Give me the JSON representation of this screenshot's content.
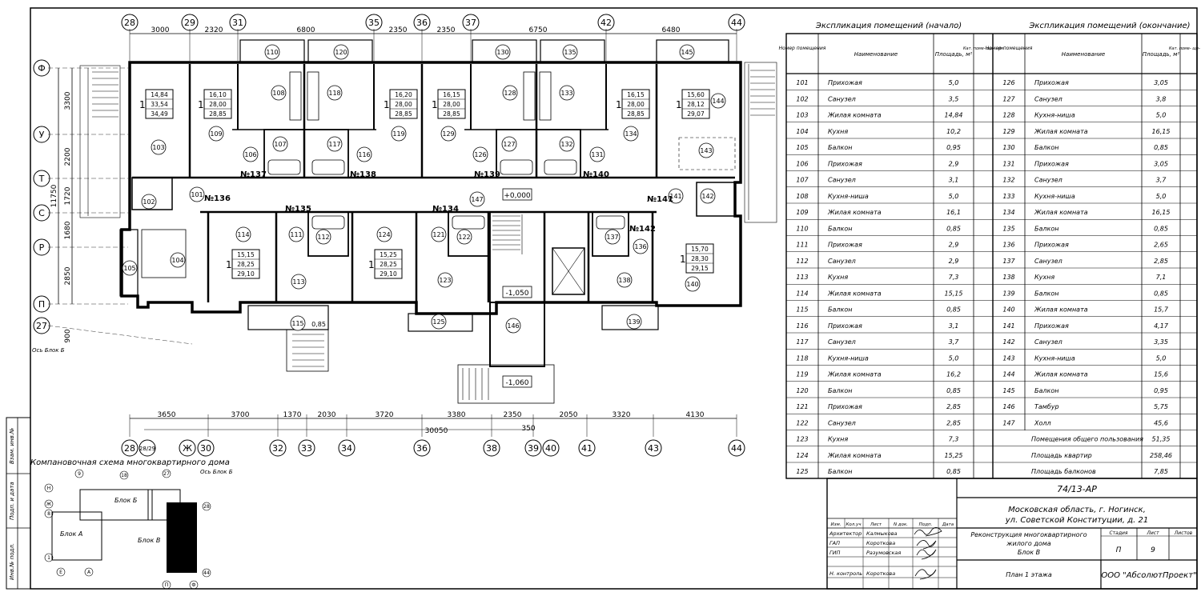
{
  "axes_top": [
    "28",
    "29",
    "31",
    "35",
    "36",
    "37",
    "42",
    "44"
  ],
  "axes_bottom": [
    "28",
    "28/29",
    "Ж",
    "30",
    "32",
    "33",
    "34",
    "36",
    "38",
    "39",
    "40",
    "41",
    "43",
    "44"
  ],
  "axes_left": [
    "Ф",
    "У",
    "Т",
    "С",
    "Р",
    "П",
    "27"
  ],
  "dims_top": [
    "3000",
    "2320",
    "6800",
    "2350",
    "2350",
    "6750",
    "6480"
  ],
  "dims_bottom": [
    "3650",
    "3700",
    "1370",
    "2030",
    "3720",
    "3380",
    "2350",
    "2050",
    "3320",
    "4130"
  ],
  "dim_bottom_total": "30050",
  "dim_350": "350",
  "dims_left": [
    "3300",
    "2200",
    "1720",
    "1680",
    "2850",
    "900"
  ],
  "dim_left_total": "11750",
  "axis_notes": [
    "Ось Блок Б",
    "Ось Блок Б"
  ],
  "apartments": [
    "№136",
    "№137",
    "№138",
    "№139",
    "№140",
    "№135",
    "№134",
    "№141",
    "№142"
  ],
  "level_marks": [
    "+0,000",
    "-1,050",
    "-1,060"
  ],
  "balcony_area": "0,85",
  "rooms": [
    "101",
    "102",
    "103",
    "104",
    "105",
    "106",
    "107",
    "108",
    "109",
    "110",
    "111",
    "112",
    "113",
    "114",
    "115",
    "116",
    "117",
    "118",
    "119",
    "120",
    "121",
    "122",
    "123",
    "124",
    "125",
    "126",
    "127",
    "128",
    "129",
    "130",
    "131",
    "132",
    "133",
    "134",
    "135",
    "136",
    "137",
    "138",
    "139",
    "140",
    "141",
    "142",
    "143",
    "144",
    "145",
    "146",
    "147"
  ],
  "apt_boxes": [
    {
      "rooms": "1",
      "a": "14,84",
      "b": "33,54",
      "c": "34,49"
    },
    {
      "rooms": "1",
      "a": "16,10",
      "b": "28,00",
      "c": "28,85"
    },
    {
      "rooms": "1",
      "a": "16,20",
      "b": "28,00",
      "c": "28,85"
    },
    {
      "rooms": "1",
      "a": "16,15",
      "b": "28,00",
      "c": "28,85"
    },
    {
      "rooms": "1",
      "a": "16,15",
      "b": "28,00",
      "c": "28,85"
    },
    {
      "rooms": "1",
      "a": "15,60",
      "b": "28,12",
      "c": "29,07"
    },
    {
      "rooms": "1",
      "a": "15,15",
      "b": "28,25",
      "c": "29,10"
    },
    {
      "rooms": "1",
      "a": "15,25",
      "b": "28,25",
      "c": "29,10"
    },
    {
      "rooms": "1",
      "a": "15,70",
      "b": "28,30",
      "c": "29,15"
    }
  ],
  "explication": {
    "title_left": "Экспликация помещений (начало)",
    "title_right": "Экспликация помещений (окончание)",
    "headers": {
      "num": "Номер помещения",
      "name": "Наименование",
      "area": "Площадь, м²",
      "cat": "Кат. поме- ще- ния"
    },
    "left_rows": [
      {
        "n": "101",
        "name": "Прихожая",
        "a": "5,0"
      },
      {
        "n": "102",
        "name": "Санузел",
        "a": "3,5"
      },
      {
        "n": "103",
        "name": "Жилая комната",
        "a": "14,84"
      },
      {
        "n": "104",
        "name": "Кухня",
        "a": "10,2"
      },
      {
        "n": "105",
        "name": "Балкон",
        "a": "0,95"
      },
      {
        "n": "106",
        "name": "Прихожая",
        "a": "2,9"
      },
      {
        "n": "107",
        "name": "Санузел",
        "a": "3,1"
      },
      {
        "n": "108",
        "name": "Кухня-ниша",
        "a": "5,0"
      },
      {
        "n": "109",
        "name": "Жилая комната",
        "a": "16,1"
      },
      {
        "n": "110",
        "name": "Балкон",
        "a": "0,85"
      },
      {
        "n": "111",
        "name": "Прихожая",
        "a": "2,9"
      },
      {
        "n": "112",
        "name": "Санузел",
        "a": "2,9"
      },
      {
        "n": "113",
        "name": "Кухня",
        "a": "7,3"
      },
      {
        "n": "114",
        "name": "Жилая комната",
        "a": "15,15"
      },
      {
        "n": "115",
        "name": "Балкон",
        "a": "0,85"
      },
      {
        "n": "116",
        "name": "Прихожая",
        "a": "3,1"
      },
      {
        "n": "117",
        "name": "Санузел",
        "a": "3,7"
      },
      {
        "n": "118",
        "name": "Кухня-ниша",
        "a": "5,0"
      },
      {
        "n": "119",
        "name": "Жилая комната",
        "a": "16,2"
      },
      {
        "n": "120",
        "name": "Балкон",
        "a": "0,85"
      },
      {
        "n": "121",
        "name": "Прихожая",
        "a": "2,85"
      },
      {
        "n": "122",
        "name": "Санузел",
        "a": "2,85"
      },
      {
        "n": "123",
        "name": "Кухня",
        "a": "7,3"
      },
      {
        "n": "124",
        "name": "Жилая комната",
        "a": "15,25"
      },
      {
        "n": "125",
        "name": "Балкон",
        "a": "0,85"
      }
    ],
    "right_rows": [
      {
        "n": "126",
        "name": "Прихожая",
        "a": "3,05"
      },
      {
        "n": "127",
        "name": "Санузел",
        "a": "3,8"
      },
      {
        "n": "128",
        "name": "Кухня-ниша",
        "a": "5,0"
      },
      {
        "n": "129",
        "name": "Жилая комната",
        "a": "16,15"
      },
      {
        "n": "130",
        "name": "Балкон",
        "a": "0,85"
      },
      {
        "n": "131",
        "name": "Прихожая",
        "a": "3,05"
      },
      {
        "n": "132",
        "name": "Санузел",
        "a": "3,7"
      },
      {
        "n": "133",
        "name": "Кухня-ниша",
        "a": "5,0"
      },
      {
        "n": "134",
        "name": "Жилая комната",
        "a": "16,15"
      },
      {
        "n": "135",
        "name": "Балкон",
        "a": "0,85"
      },
      {
        "n": "136",
        "name": "Прихожая",
        "a": "2,65"
      },
      {
        "n": "137",
        "name": "Санузел",
        "a": "2,85"
      },
      {
        "n": "138",
        "name": "Кухня",
        "a": "7,1"
      },
      {
        "n": "139",
        "name": "Балкон",
        "a": "0,85"
      },
      {
        "n": "140",
        "name": "Жилая комната",
        "a": "15,7"
      },
      {
        "n": "141",
        "name": "Прихожая",
        "a": "4,17"
      },
      {
        "n": "142",
        "name": "Санузел",
        "a": "3,35"
      },
      {
        "n": "143",
        "name": "Кухня-ниша",
        "a": "5,0"
      },
      {
        "n": "144",
        "name": "Жилая комната",
        "a": "15,6"
      },
      {
        "n": "145",
        "name": "Балкон",
        "a": "0,95"
      },
      {
        "n": "146",
        "name": "Тамбур",
        "a": "5,75"
      },
      {
        "n": "147",
        "name": "Холл",
        "a": "45,6"
      }
    ],
    "totals": [
      {
        "name": "Помещения общего пользования",
        "a": "51,35"
      },
      {
        "name": "Площадь квартир",
        "a": "258,46"
      },
      {
        "name": "Площадь балконов",
        "a": "7,85"
      }
    ]
  },
  "scheme": {
    "title": "Компановочная схема многоквартирного дома",
    "block_a": "Блок А",
    "block_b": "Блок Б",
    "block_v": "Блок В",
    "axes": [
      "9",
      "18",
      "27",
      "28",
      "Н",
      "Ж",
      "8",
      "1",
      "Е",
      "А",
      "П",
      "Ф",
      "44"
    ]
  },
  "side_stamp": [
    "Взам. инв.№",
    "Подп. и дата",
    "Инв.№ подл."
  ],
  "title_block": {
    "code": "74/13-АР",
    "address1": "Московская область, г. Ногинск,",
    "address2": "ул. Советской Конституции, д. 21",
    "project": [
      "Реконструкция многоквартирного",
      "жилого дома",
      "Блок В"
    ],
    "sheet_title": "План 1 этажа",
    "company": "ООО \"АбсолютПроект\"",
    "stage_label": "Стадия",
    "sheet_label": "Лист",
    "sheets_label": "Листов",
    "stage": "П",
    "sheet": "9",
    "col_headers": [
      "Изм.",
      "Кол.уч",
      "Лист",
      "N док.",
      "Подп.",
      "Дата"
    ],
    "roles": [
      {
        "role": "Архитектор",
        "name": "Калмыкова"
      },
      {
        "role": "ГАП",
        "name": "Короткова"
      },
      {
        "role": "ГИП",
        "name": "Разумовская"
      },
      {
        "role": "",
        "name": ""
      },
      {
        "role": "Н. контроль",
        "name": "Короткова"
      }
    ]
  }
}
